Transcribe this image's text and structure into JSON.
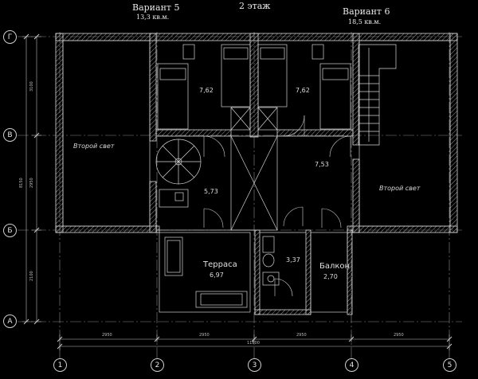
{
  "header": {
    "variant5_title": "Вариант 5",
    "variant5_area": "13,3 кв.м.",
    "floor_title": "2 этаж",
    "variant6_title": "Вариант 6",
    "variant6_area": "18,5 кв.м."
  },
  "rooms": {
    "bedroom_left_area": "7,62",
    "bedroom_right_area": "7,62",
    "hall_left_area": "5,73",
    "hall_right_area": "7,53",
    "second_light_left": "Второй свет",
    "second_light_right": "Второй свет",
    "terrace_name": "Терраса",
    "terrace_area": "6,97",
    "bathroom_area": "3,37",
    "balcony_name": "Балкон",
    "balcony_area": "2,70"
  },
  "axes": {
    "rows": [
      "Г",
      "В",
      "Б",
      "А"
    ],
    "cols": [
      "1",
      "2",
      "3",
      "4",
      "5"
    ]
  },
  "dimensions": {
    "span_1_2": "2950",
    "span_2_3": "2950",
    "span_3_4": "2950",
    "span_4_5": "2950",
    "total_width": "11800",
    "rise_g_v": "3100",
    "rise_v_b": "2950",
    "rise_b_a": "2100",
    "total_height": "8150"
  },
  "colors": {
    "background": "#000000",
    "lines": "#d9d9d9",
    "hatch": "#8c8c8c"
  }
}
